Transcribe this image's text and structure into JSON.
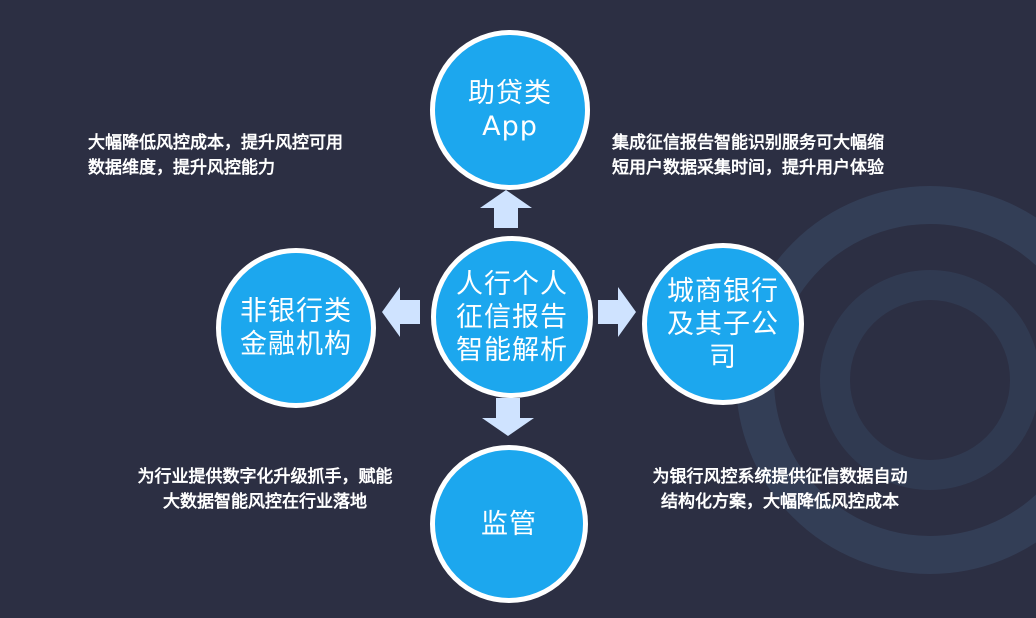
{
  "colors": {
    "background": "#2c2f43",
    "node_fill": "#1ca7ee",
    "node_border": "#ffffff",
    "arrow": "#cfe3ff",
    "text": "#ffffff"
  },
  "center": {
    "label": "人行个人\n征信报告\n智能解析"
  },
  "nodes": {
    "top": {
      "label": "助贷类\nApp"
    },
    "left": {
      "label": "非银行类\n金融机构"
    },
    "right": {
      "label": "城商银行\n及其子公\n司"
    },
    "bottom": {
      "label": "监管"
    }
  },
  "descriptions": {
    "top_left": "大幅降低风控成本，提升风控可用\n数据维度，提升风控能力",
    "top_right": "集成征信报告智能识别服务可大幅缩\n短用户数据采集时间，提升用户体验",
    "bottom_left": "为行业提供数字化升级抓手，赋能\n大数据智能风控在行业落地",
    "bottom_right": "为银行风控系统提供征信数据自动\n结构化方案，大幅降低风控成本"
  }
}
